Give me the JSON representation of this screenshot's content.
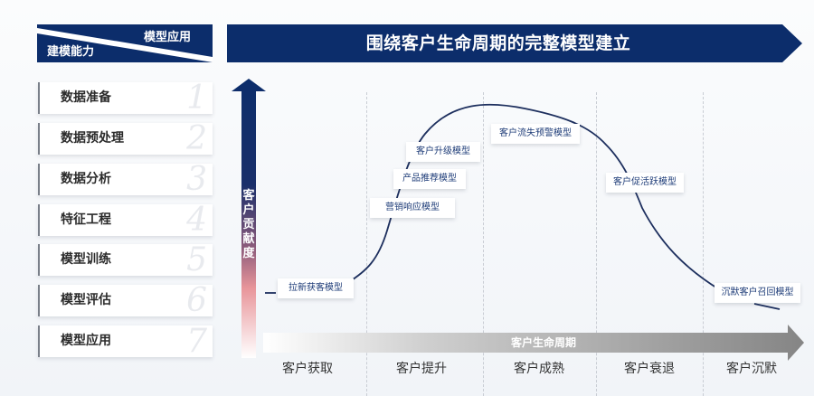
{
  "left_header": {
    "top_right": "模型应用",
    "bottom_left": "建模能力"
  },
  "title": "围绕客户生命周期的完整模型建立",
  "steps": [
    {
      "label": "数据准备",
      "number": "1"
    },
    {
      "label": "数据预处理",
      "number": "2"
    },
    {
      "label": "数据分析",
      "number": "3"
    },
    {
      "label": "特征工程",
      "number": "4"
    },
    {
      "label": "模型训练",
      "number": "5"
    },
    {
      "label": "模型评估",
      "number": "6"
    },
    {
      "label": "模型应用",
      "number": "7"
    }
  ],
  "y_axis_label": "客户贡献度",
  "x_axis_label": "客户生命周期",
  "stages": [
    "客户获取",
    "客户提升",
    "客户成熟",
    "客户衰退",
    "客户沉默"
  ],
  "models": [
    {
      "label": "拉新获客模型"
    },
    {
      "label": "营销响应模型"
    },
    {
      "label": "产品推荐模型"
    },
    {
      "label": "客户升级模型"
    },
    {
      "label": "客户流失预警模型"
    },
    {
      "label": "客户促活跃模型"
    },
    {
      "label": "沉默客户召回模型"
    }
  ],
  "colors": {
    "navy": "#0c2d6b",
    "curve": "#1d2f5e",
    "gradient_pink": "#e8959a",
    "arrow_gray": "#8a8a8a",
    "model_text": "#1e3c78"
  }
}
